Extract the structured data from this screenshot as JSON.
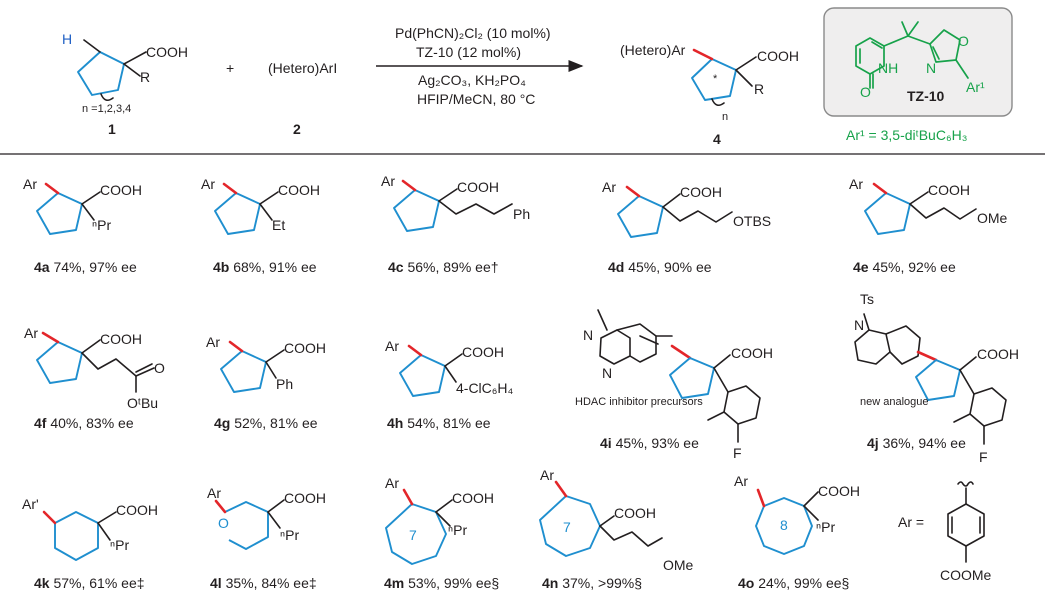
{
  "colors": {
    "ring": "#1f8fcf",
    "arylBond": "#e3262a",
    "ligand": "#17a24a",
    "ink": "#231f20",
    "hydrogen": "#1f5fc4"
  },
  "reaction": {
    "sm1": {
      "H": "H",
      "COOH": "COOH",
      "R": "R",
      "n": "n =1,2,3,4",
      "number": "1"
    },
    "plus": "+",
    "sm2": {
      "label": "(Hetero)ArI",
      "number": "2"
    },
    "conditions": [
      "Pd(PhCN)₂Cl₂ (10 mol%)",
      "TZ-10 (12 mol%)",
      "Ag₂CO₃, KH₂PO₄",
      "HFIP/MeCN, 80 °C"
    ],
    "product": {
      "Ar": "(Hetero)Ar",
      "COOH": "COOH",
      "R": "R",
      "n": "n",
      "star": "*",
      "number": "4"
    },
    "ligand": {
      "name": "TZ-10",
      "NH": "NH",
      "N": "N",
      "O": "O",
      "O2": "O",
      "Ar": "Ar¹",
      "caption": "Ar¹ = 3,5-diᵗBuC₆H₃"
    }
  },
  "products": [
    {
      "id": "4a",
      "result": "74%, 97% ee",
      "sub": "ⁿPr"
    },
    {
      "id": "4b",
      "result": "68%, 91% ee",
      "sub": "Et"
    },
    {
      "id": "4c",
      "result": "56%, 89% ee†",
      "sub": "Ph"
    },
    {
      "id": "4d",
      "result": "45%, 90% ee",
      "sub": "OTBS"
    },
    {
      "id": "4e",
      "result": "45%, 92% ee",
      "sub": "OMe"
    },
    {
      "id": "4f",
      "result": "40%, 83% ee",
      "sub": "OᵗBu"
    },
    {
      "id": "4g",
      "result": "52%, 81% ee",
      "sub": "Ph"
    },
    {
      "id": "4h",
      "result": "54%, 81% ee",
      "sub": "4-ClC₆H₄"
    },
    {
      "id": "4i",
      "result": "45%, 93% ee",
      "note": "HDAC inhibitor precursors"
    },
    {
      "id": "4j",
      "result": "36%, 94% ee",
      "note": "new analogue",
      "Ts": "Ts"
    },
    {
      "id": "4k",
      "result": "57%, 61% ee‡",
      "sub": "ⁿPr",
      "Ar": "Ar'"
    },
    {
      "id": "4l",
      "result": "35%, 84% ee‡",
      "sub": "ⁿPr"
    },
    {
      "id": "4m",
      "result": "53%, 99% ee§",
      "sub": "ⁿPr",
      "ring": "7"
    },
    {
      "id": "4n",
      "result": "37%, >99%§",
      "sub": "OMe",
      "ring": "7"
    },
    {
      "id": "4o",
      "result": "24%, 99% ee§",
      "sub": "ⁿPr",
      "ring": "8"
    }
  ],
  "arDefinition": {
    "label": "Ar =",
    "group": "COOMe"
  },
  "common": {
    "Ar": "Ar",
    "COOH": "COOH",
    "F": "F",
    "N": "N",
    "O": "O"
  }
}
